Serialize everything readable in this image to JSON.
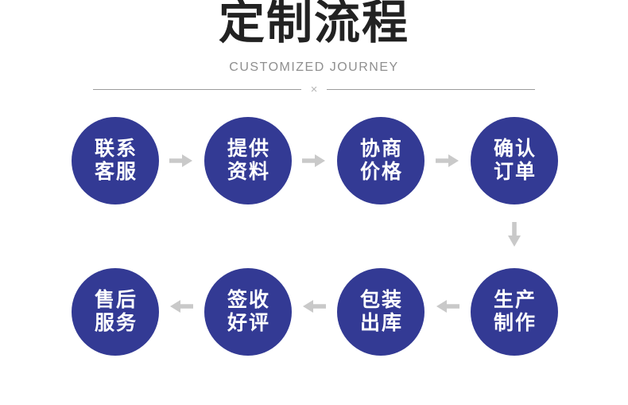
{
  "header": {
    "title": "定制流程",
    "subtitle": "CUSTOMIZED JOURNEY",
    "divider_mark": "×"
  },
  "flow": {
    "rows": [
      {
        "direction": "right",
        "steps": [
          {
            "line1": "联系",
            "line2": "客服"
          },
          {
            "line1": "提供",
            "line2": "资料"
          },
          {
            "line1": "协商",
            "line2": "价格"
          },
          {
            "line1": "确认",
            "line2": "订单"
          }
        ]
      },
      {
        "direction": "left",
        "steps": [
          {
            "line1": "售后",
            "line2": "服务"
          },
          {
            "line1": "签收",
            "line2": "好评"
          },
          {
            "line1": "包装",
            "line2": "出库"
          },
          {
            "line1": "生产",
            "line2": "制作"
          }
        ]
      }
    ]
  },
  "colors": {
    "background": "#ffffff",
    "circle": "#333a94",
    "circle_text": "#ffffff",
    "arrow": "#c9c9c9",
    "title": "#222222",
    "subtitle": "#8f8f8f",
    "divider_line": "#9c9c9c",
    "divider_mark": "#b5b5b5"
  }
}
